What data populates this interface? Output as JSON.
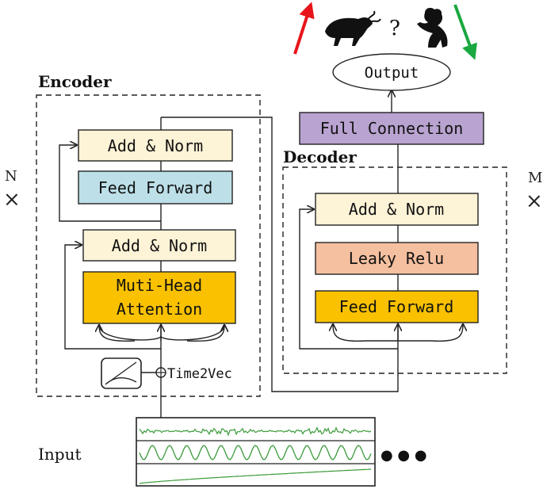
{
  "encoder": {
    "title": "Encoder",
    "repeat_label": "N",
    "repeat_symbol": "×",
    "add_norm_top": "Add & Norm",
    "feed_forward": "Feed Forward",
    "add_norm_bottom": "Add & Norm",
    "attention_line1": "Muti-Head",
    "attention_line2": "Attention",
    "time2vec": "Time2Vec"
  },
  "decoder": {
    "title": "Decoder",
    "repeat_label": "M",
    "repeat_symbol": "×",
    "add_norm": "Add & Norm",
    "leaky_relu": "Leaky Relu",
    "feed_forward": "Feed Forward"
  },
  "full_connection": "Full Connection",
  "output": "Output",
  "question": "?",
  "input": "Input",
  "ellipsis": "● ● ●",
  "colors": {
    "add_norm": "#fdf3d7",
    "feed_forward_enc": "#bde0e8",
    "attention": "#f9c100",
    "leaky_relu": "#f5c0a0",
    "feed_forward_dec": "#f9c100",
    "full_connection": "#b9a3d0",
    "up_arrow": "#e8141b",
    "down_arrow": "#1aa840",
    "signal": "#3a9a3a"
  }
}
